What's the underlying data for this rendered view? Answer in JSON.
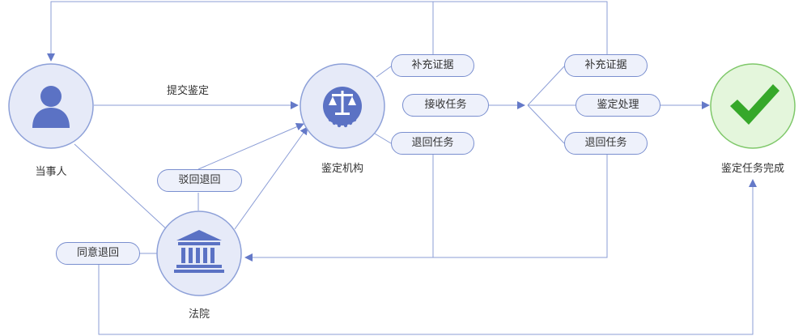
{
  "nodes": {
    "party": {
      "label": "当事人",
      "icon": "person-icon"
    },
    "agency": {
      "label": "鉴定机构",
      "icon": "scales-of-justice-icon"
    },
    "court": {
      "label": "法院",
      "icon": "courthouse-icon"
    },
    "done": {
      "label": "鉴定任务完成",
      "icon": "checkmark-icon"
    }
  },
  "edges": {
    "submit": "提交鉴定",
    "reject_return": "驳回退回",
    "agree_return": "同意退回"
  },
  "pills": {
    "agency_supplement": "补充证据",
    "agency_accept": "接收任务",
    "agency_return": "退回任务",
    "final_supplement": "补充证据",
    "final_process": "鉴定处理",
    "final_return": "退回任务"
  },
  "colors": {
    "line": "#8b9dd6",
    "arrow": "#6479c8",
    "node_fill": "#e6eaf8",
    "node_border": "#8da0d8",
    "icon": "#5b72c4",
    "done_fill": "#e4f6dc",
    "done_border": "#7fc86a",
    "check": "#36a82a"
  }
}
